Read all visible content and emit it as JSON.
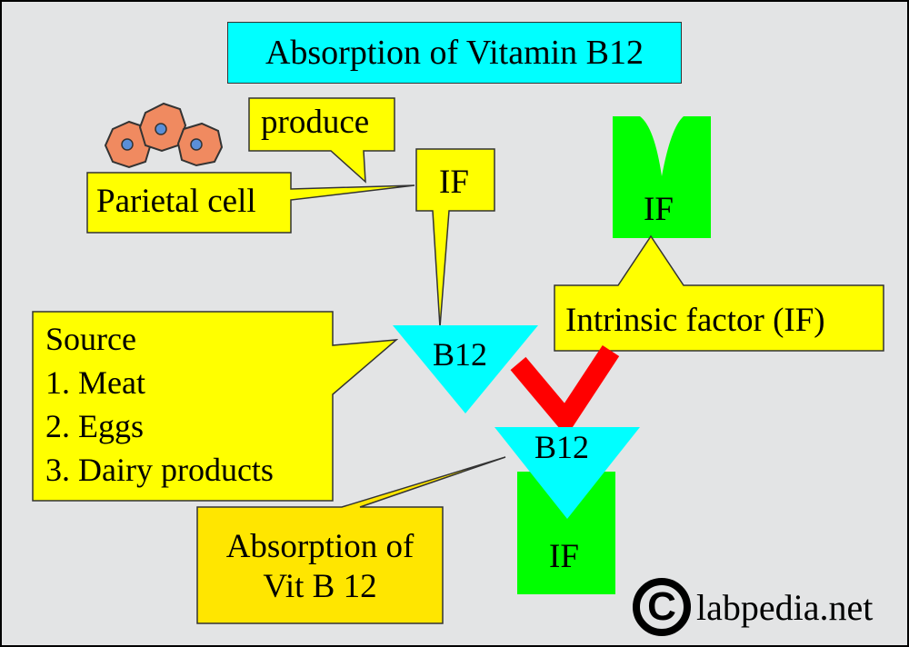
{
  "title": "Absorption of Vitamin B12",
  "callouts": {
    "produce": "produce",
    "parietal_cell": "Parietal cell",
    "if_small": "IF",
    "intrinsic_factor": "Intrinsic factor (IF)",
    "source": [
      "Source",
      "1. Meat",
      "2. Eggs",
      "3. Dairy products"
    ],
    "absorption": [
      "Absorption of",
      "Vit B 12"
    ]
  },
  "shapes": {
    "b12_free": "B12",
    "b12_bound": "B12",
    "if_receptor_top": "IF",
    "if_receptor_bottom": "IF"
  },
  "watermark": {
    "symbol": "C",
    "text": "labpedia.net"
  },
  "colors": {
    "background": "#e3e4e5",
    "title_fill": "#00ffff",
    "callout_fill": "#ffff00",
    "absorption_fill": "#ffe600",
    "b12_fill": "#00ffff",
    "if_fill": "#00ff00",
    "binding_arrow": "#ff0000",
    "cell_fill": "#f08a60",
    "nucleus_fill": "#5a8fd8"
  }
}
